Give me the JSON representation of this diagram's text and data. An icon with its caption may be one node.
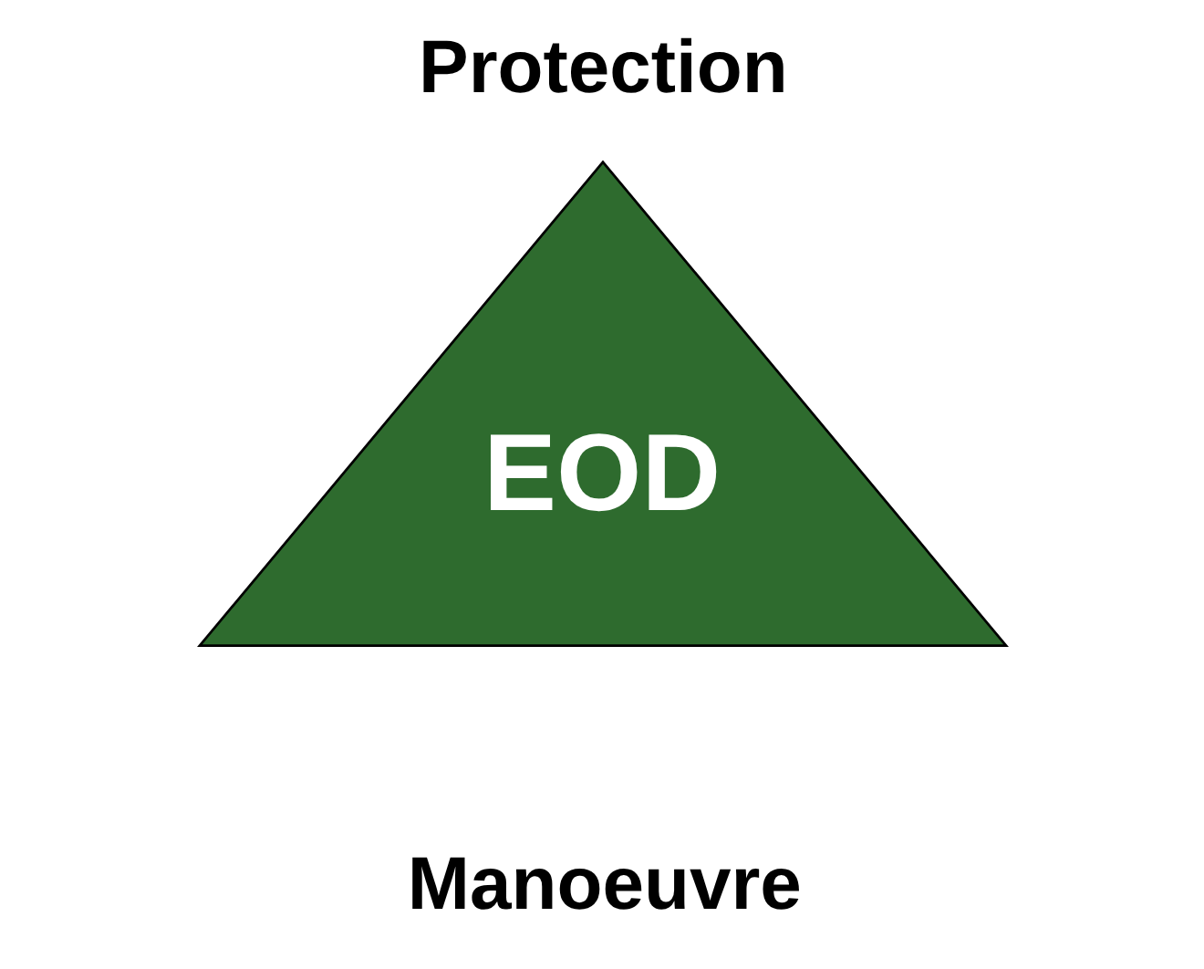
{
  "diagram": {
    "nodes": [
      {
        "text": [
          "EOD"
        ]
      }
    ],
    "labels": [
      "Protection",
      "Manoeuvre"
    ]
  }
}
